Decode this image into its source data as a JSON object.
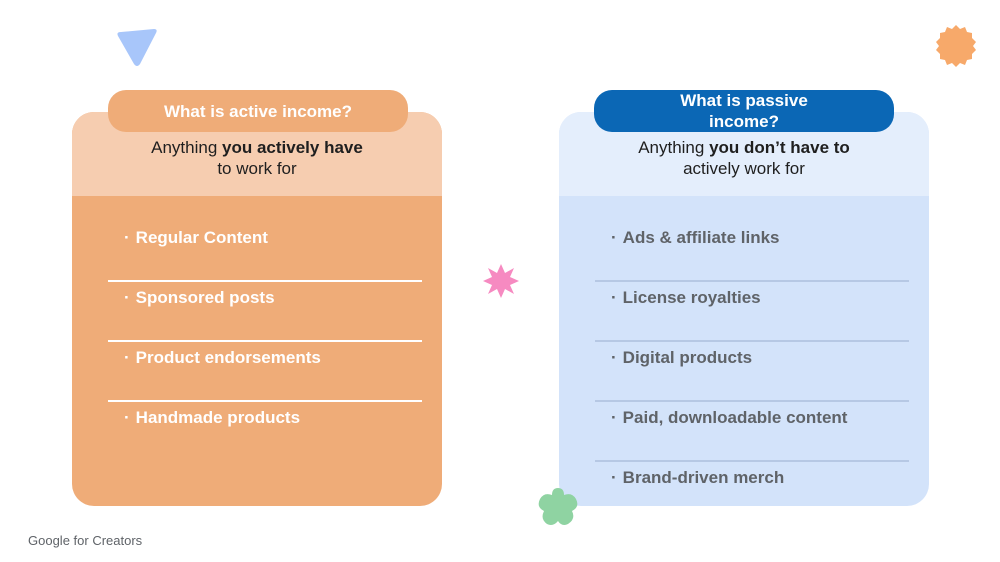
{
  "colors": {
    "active_card": "#efac78",
    "active_header": "#f6cdb0",
    "passive_card": "#d3e3fa",
    "passive_header": "#e4eefc",
    "passive_pill": "#0b67b5"
  },
  "active": {
    "title": "What is active income?",
    "desc_pre": "Anything ",
    "desc_bold": "you actively have",
    "desc_post": " to work for",
    "items": [
      "Regular Content",
      "Sponsored posts",
      "Product endorsements",
      "Handmade products"
    ]
  },
  "passive": {
    "title_line1": "What is passive",
    "title_line2": "income?",
    "desc_pre": "Anything ",
    "desc_bold": "you don’t have to",
    "desc_post": " actively work for",
    "items": [
      "Ads & affiliate links",
      "License royalties",
      "Digital products",
      "Paid, downloadable content",
      "Brand-driven merch"
    ]
  },
  "footer": "Google for Creators"
}
